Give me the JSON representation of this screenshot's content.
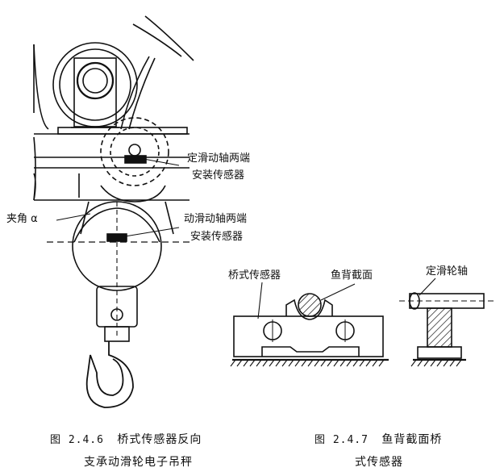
{
  "figure1": {
    "label_fixed_pulley": [
      "定滑动轴两端",
      "安装传感器"
    ],
    "label_angle": "夹角 α",
    "label_moving_pulley": [
      "动滑动轴两端",
      "安装传感器"
    ],
    "caption_number": "图 2.4.6",
    "caption_line1": "桥式传感器反向",
    "caption_line2": "支承动滑轮电子吊秤"
  },
  "figure2": {
    "label_bridge_sensor": "桥式传感器",
    "label_fishback": "鱼背截面",
    "label_fixed_shaft": "定滑轮轴",
    "caption_number": "图 2.4.7",
    "caption_line1": "鱼背截面桥",
    "caption_line2": "式传感器"
  }
}
